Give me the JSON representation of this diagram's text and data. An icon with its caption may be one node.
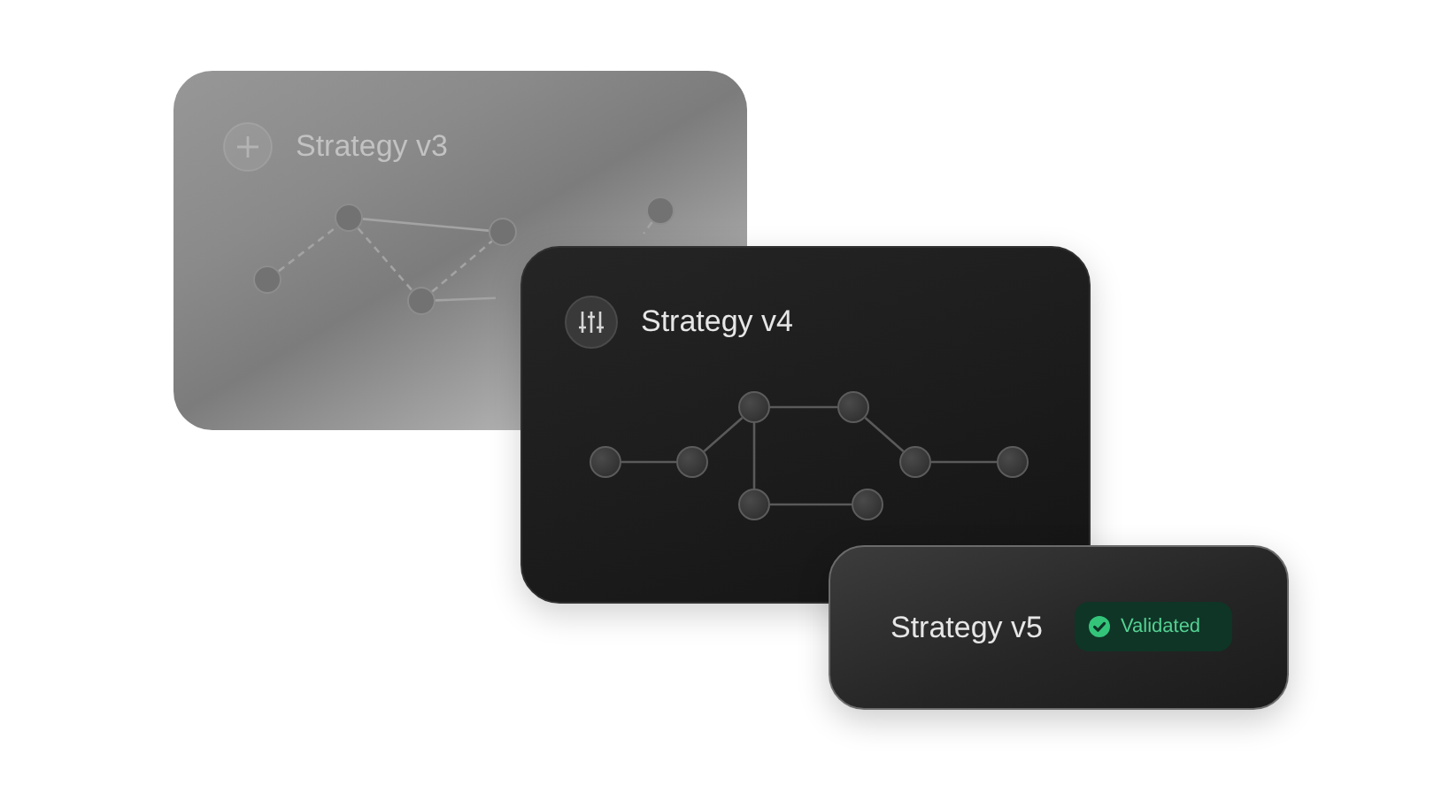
{
  "diagram": {
    "nodes": [
      {
        "text": [
          "Strategy v3"
        ]
      },
      {
        "text": [],
        "shape": "circle",
        "in": 0
      },
      {
        "text": [],
        "shape": "circle",
        "in": 0
      },
      {
        "text": [],
        "shape": "circle",
        "in": 0
      },
      {
        "text": [],
        "shape": "circle",
        "in": 0
      },
      {
        "text": [],
        "shape": "circle",
        "in": 0
      },
      {
        "text": [
          "Strategy v4"
        ]
      },
      {
        "text": [],
        "shape": "circle",
        "in": 6
      },
      {
        "text": [],
        "shape": "circle",
        "in": 6
      },
      {
        "text": [],
        "shape": "circle",
        "in": 6
      },
      {
        "text": [],
        "shape": "circle",
        "in": 6
      },
      {
        "text": [],
        "shape": "circle",
        "in": 6
      },
      {
        "text": [],
        "shape": "circle",
        "in": 6
      },
      {
        "text": [],
        "shape": "circle",
        "in": 6
      },
      {
        "text": [],
        "shape": "circle",
        "in": 6
      },
      {
        "text": [
          "Strategy v5"
        ]
      },
      {
        "text": [
          "Validated"
        ],
        "in": 15
      }
    ],
    "edges": [
      {
        "from": 1,
        "to": 2,
        "arrow": "none",
        "style": "dashed",
        "color": "#a3a3a3"
      },
      {
        "from": 2,
        "to": 3,
        "arrow": "none",
        "color": "#a3a3a3"
      },
      {
        "from": 2,
        "to": 4,
        "arrow": "none",
        "style": "dashed",
        "color": "#a3a3a3"
      },
      {
        "from": 4,
        "to": 3,
        "arrow": "none",
        "style": "dashed",
        "color": "#a3a3a3"
      },
      {
        "from": 4,
        "to": null,
        "arrow": "none",
        "color": "#a3a3a3"
      },
      {
        "from": 5,
        "to": null,
        "arrow": "none",
        "style": "dashed",
        "color": "#a3a3a3"
      },
      {
        "from": 7,
        "to": 8,
        "arrow": "none"
      },
      {
        "from": 8,
        "to": 9,
        "arrow": "none"
      },
      {
        "from": 9,
        "to": 10,
        "arrow": "none"
      },
      {
        "from": 10,
        "to": 11,
        "arrow": "none"
      },
      {
        "from": 11,
        "to": 12,
        "arrow": "none"
      },
      {
        "from": 9,
        "to": 13,
        "arrow": "none"
      },
      {
        "from": 13,
        "to": 14,
        "arrow": "none"
      }
    ]
  }
}
